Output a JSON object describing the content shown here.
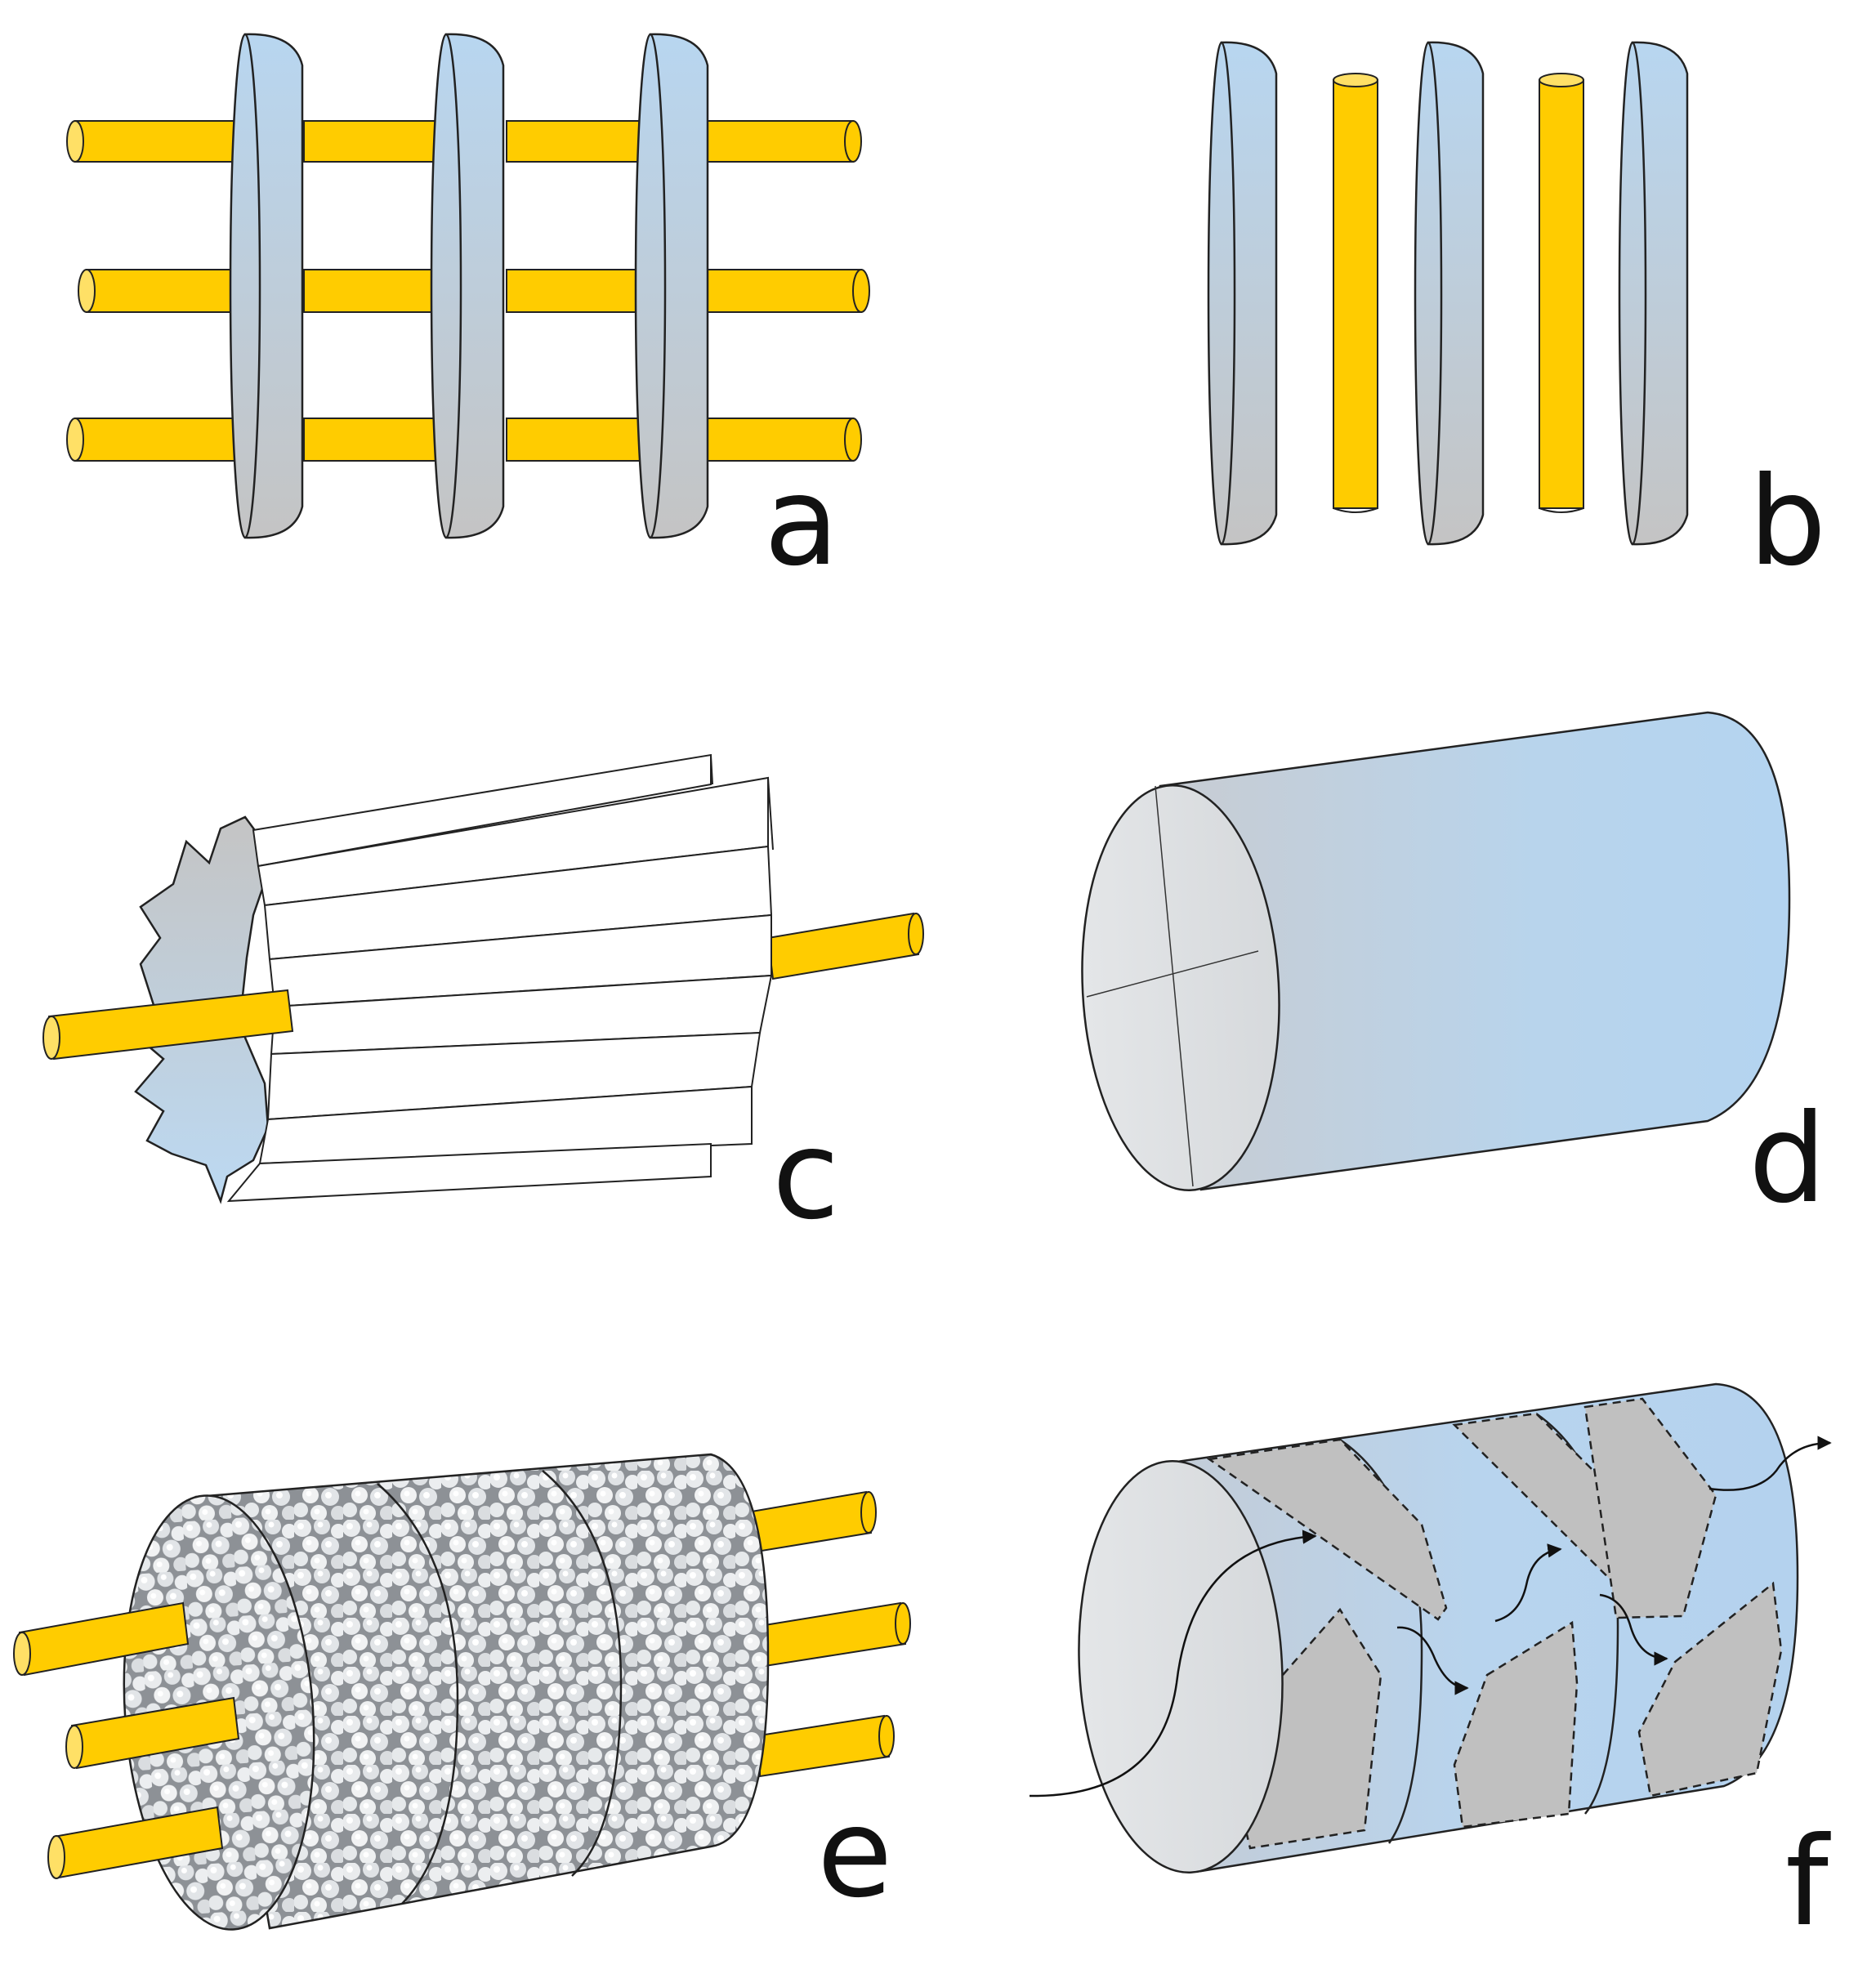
{
  "figure": {
    "panels": [
      {
        "id": "a",
        "label": "a"
      },
      {
        "id": "b",
        "label": "b"
      },
      {
        "id": "c",
        "label": "c"
      },
      {
        "id": "d",
        "label": "d"
      },
      {
        "id": "e",
        "label": "e"
      },
      {
        "id": "f",
        "label": "f"
      }
    ],
    "colors": {
      "rod": "#ffcc00",
      "rod_cap": "#ffe066",
      "disk_top": "#b8d6f0",
      "disk_bottom": "#c0c0c0",
      "baffle": "#c0c0c0",
      "fin": "#ffffff",
      "outline": "#222222",
      "bead": "#e8e8e8"
    }
  }
}
